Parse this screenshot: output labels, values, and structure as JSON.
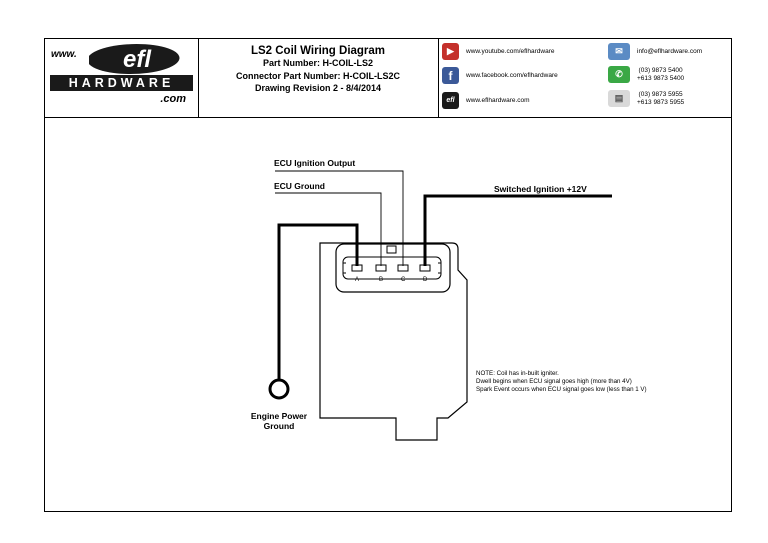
{
  "logo": {
    "prefix": "www.",
    "brand": "efl",
    "bar": "HARDWARE",
    "suffix": ".com"
  },
  "title": {
    "main": "LS2 Coil Wiring Diagram",
    "part": "Part Number: H-COIL-LS2",
    "connector": "Connector Part Number: H-COIL-LS2C",
    "revision": "Drawing Revision 2 - 8/4/2014"
  },
  "contact": {
    "youtube": "www.youtube.com/eflhardware",
    "facebook": "www.facebook.com/eflhardware",
    "website": "www.eflhardware.com",
    "email": "info@eflhardware.com",
    "phone_local": "(03) 9873 5400",
    "phone_intl": "+613 9873 5400",
    "fax_local": "(03) 9873 5955",
    "fax_intl": "+613 9873 5955",
    "icons": [
      "youtube-icon",
      "facebook-icon",
      "efl-icon",
      "email-icon",
      "phone-icon",
      "fax-icon"
    ],
    "colors": {
      "youtube": "#c4302b",
      "facebook": "#3b5998",
      "phone": "#3aa845",
      "email": "#5b8bc4"
    }
  },
  "wires": {
    "ignition_output": "ECU Ignition Output",
    "ecu_ground": "ECU Ground",
    "switched_ignition": "Switched Ignition +12V",
    "engine_ground_line1": "Engine Power",
    "engine_ground_line2": "Ground"
  },
  "pins": [
    "A",
    "B",
    "C",
    "D"
  ],
  "note": {
    "line1": "NOTE: Coil has in-built igniter.",
    "line2": "Dwell begins when ECU signal goes high (more than 4V)",
    "line3": "Spark Event occurs when ECU signal goes low (less than 1 V)"
  }
}
